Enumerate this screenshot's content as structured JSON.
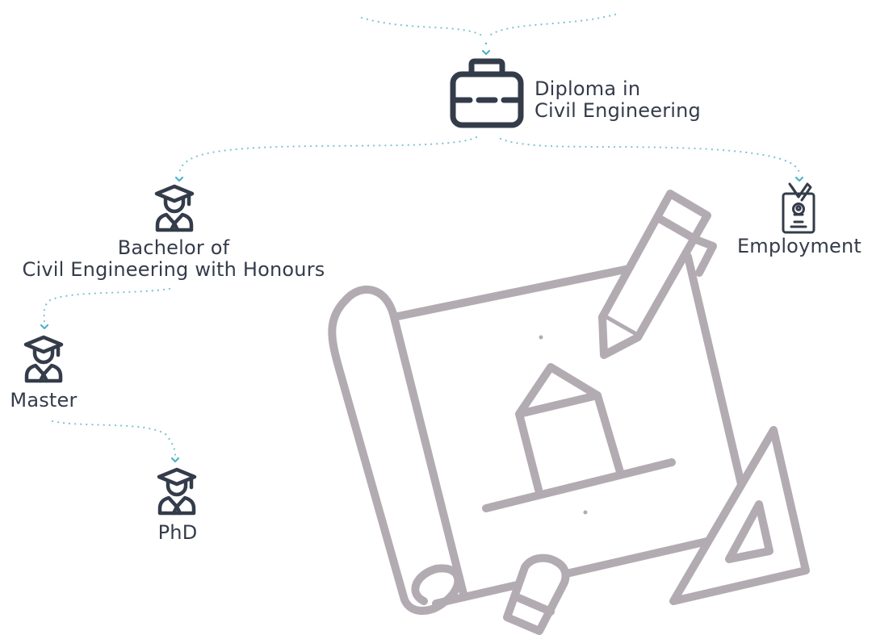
{
  "diagram": {
    "nodes": {
      "diploma": {
        "line1": "Diploma in",
        "line2": "Civil Engineering",
        "icon": "briefcase-icon"
      },
      "bachelor": {
        "line1": "Bachelor of",
        "line2": "Civil Engineering with Honours",
        "icon": "graduate-icon"
      },
      "employment": {
        "label": "Employment",
        "icon": "id-badge-icon"
      },
      "master": {
        "label": "Master",
        "icon": "graduate-icon"
      },
      "phd": {
        "label": "PhD",
        "icon": "graduate-icon"
      }
    },
    "colors": {
      "icon": "#343c4a",
      "text": "#343c4a",
      "connector": "#7fc3d3",
      "illustration": "#b2acb2"
    },
    "illustration": "blueprint-pencil-triangle-illustration"
  }
}
